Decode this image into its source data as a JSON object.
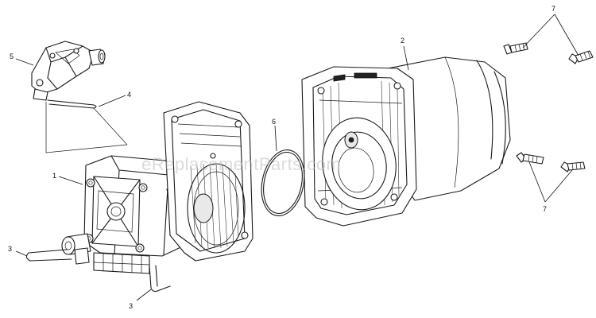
{
  "watermark": "eReplacementParts.com",
  "callouts": [
    {
      "id": "1",
      "label": "1"
    },
    {
      "id": "2",
      "label": "2"
    },
    {
      "id": "3a",
      "label": "3"
    },
    {
      "id": "3b",
      "label": "3"
    },
    {
      "id": "4",
      "label": "4"
    },
    {
      "id": "5",
      "label": "5"
    },
    {
      "id": "6",
      "label": "6"
    },
    {
      "id": "7a",
      "label": "7"
    },
    {
      "id": "7b",
      "label": "7"
    }
  ],
  "colors": {
    "line": "#1a1a1a",
    "background": "#ffffff",
    "watermark": "#bdbdbd"
  }
}
